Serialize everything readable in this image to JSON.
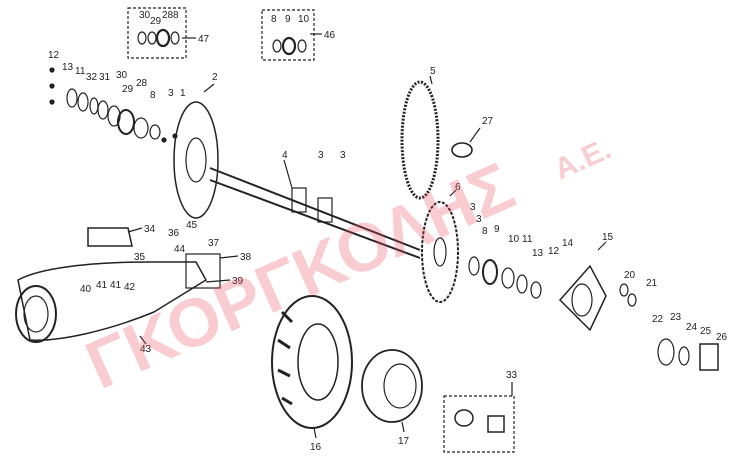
{
  "watermark": {
    "main": "ΓΚΟΡΓΚΟΛΗΣ",
    "suffix": "Α.Ε."
  },
  "labels": {
    "n1": "1",
    "n2": "2",
    "n3": "3",
    "n4": "4",
    "n5": "5",
    "n6": "6",
    "n8": "8",
    "n9": "9",
    "n10": "10",
    "n11": "11",
    "n12": "12",
    "n13": "13",
    "n14": "14",
    "n15": "15",
    "n16": "16",
    "n17": "17",
    "n20": "20",
    "n21": "21",
    "n22": "22",
    "n23": "23",
    "n24": "24",
    "n25": "25",
    "n26": "26",
    "n27": "27",
    "n28": "28",
    "n29": "29",
    "n30": "30",
    "n31": "31",
    "n32": "32",
    "n33": "33",
    "n34": "34",
    "n35": "35",
    "n36": "36",
    "n37": "37",
    "n38": "38",
    "n39": "39",
    "n40": "40",
    "n41": "41",
    "n42": "42",
    "n43": "43",
    "n44": "44",
    "n45": "45",
    "n46": "46",
    "n47": "47"
  }
}
